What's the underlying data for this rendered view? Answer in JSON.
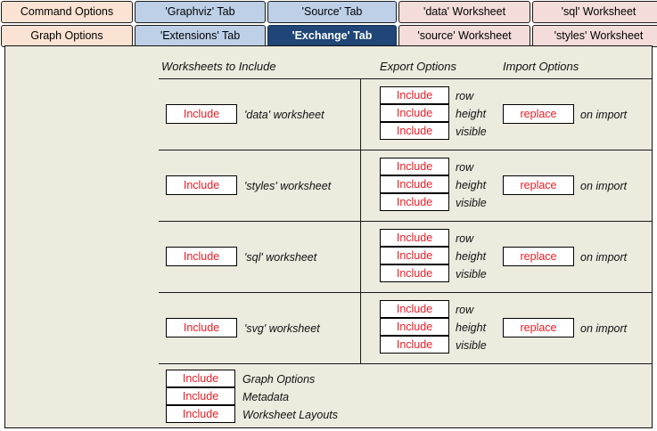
{
  "navbar": {
    "buttons": [
      {
        "label": "Command Options",
        "style": "peach",
        "active": false
      },
      {
        "label": "'Graphviz' Tab",
        "style": "blue",
        "active": false
      },
      {
        "label": "'Source' Tab",
        "style": "blue",
        "active": false
      },
      {
        "label": "'data' Worksheet",
        "style": "pink",
        "active": false
      },
      {
        "label": "'sql' Worksheet",
        "style": "pink",
        "active": false
      },
      {
        "label": "Graph Options",
        "style": "peach",
        "active": false
      },
      {
        "label": "'Extensions' Tab",
        "style": "blue",
        "active": false
      },
      {
        "label": "'Exchange' Tab",
        "style": "active",
        "active": true
      },
      {
        "label": "'source' Worksheet",
        "style": "pink",
        "active": false
      },
      {
        "label": "'styles' Worksheet",
        "style": "pink",
        "active": false
      }
    ]
  },
  "headers": {
    "worksheets": "Worksheets to Include",
    "export": "Export Options",
    "import": "Import Options"
  },
  "rows": [
    {
      "include_value": "Include",
      "worksheet_label": "'data' worksheet",
      "export": [
        {
          "value": "Include",
          "label": "row"
        },
        {
          "value": "Include",
          "label": "height"
        },
        {
          "value": "Include",
          "label": "visible"
        }
      ],
      "import": {
        "value": "replace",
        "label": "on import"
      }
    },
    {
      "include_value": "Include",
      "worksheet_label": "'styles' worksheet",
      "export": [
        {
          "value": "Include",
          "label": "row"
        },
        {
          "value": "Include",
          "label": "height"
        },
        {
          "value": "Include",
          "label": "visible"
        }
      ],
      "import": {
        "value": "replace",
        "label": "on import"
      }
    },
    {
      "include_value": "Include",
      "worksheet_label": "'sql' worksheet",
      "export": [
        {
          "value": "Include",
          "label": "row"
        },
        {
          "value": "Include",
          "label": "height"
        },
        {
          "value": "Include",
          "label": "visible"
        }
      ],
      "import": {
        "value": "replace",
        "label": "on import"
      }
    },
    {
      "include_value": "Include",
      "worksheet_label": "'svg' worksheet",
      "export": [
        {
          "value": "Include",
          "label": "row"
        },
        {
          "value": "Include",
          "label": "height"
        },
        {
          "value": "Include",
          "label": "visible"
        }
      ],
      "import": {
        "value": "replace",
        "label": "on import"
      }
    }
  ],
  "footer_items": [
    {
      "value": "Include",
      "label": "Graph Options"
    },
    {
      "value": "Include",
      "label": "Metadata"
    },
    {
      "value": "Include",
      "label": "Worksheet Layouts"
    }
  ],
  "colors": {
    "panel_background": "#edeade",
    "peach_button": "#fbe3d3",
    "blue_button": "#bdd0e8",
    "pink_button": "#f3dcd9",
    "active_tab": "#1f4676",
    "value_text": "#ec1c24"
  }
}
